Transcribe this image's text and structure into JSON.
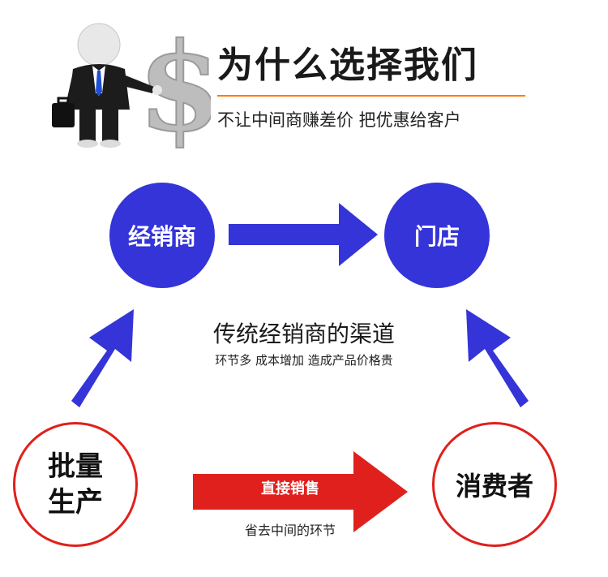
{
  "header": {
    "title": "为什么选择我们",
    "subtitle": "不让中间商赚差价 把优惠给客户"
  },
  "nodes": {
    "distributor": "经销商",
    "store": "门店",
    "producer_line1": "批量",
    "producer_line2": "生产",
    "consumer": "消费者"
  },
  "traditional": {
    "title": "传统经销商的渠道",
    "subtitle": "环节多 成本增加 造成产品价格贵"
  },
  "direct": {
    "label": "直接销售",
    "note": "省去中间的环节"
  },
  "colors": {
    "blue": "#3434d8",
    "red": "#e0201c",
    "accent_line": "#ff7a00"
  },
  "icons": {
    "figure": "businessman-with-briefcase-icon",
    "dollar": "dollar-sign-icon"
  }
}
